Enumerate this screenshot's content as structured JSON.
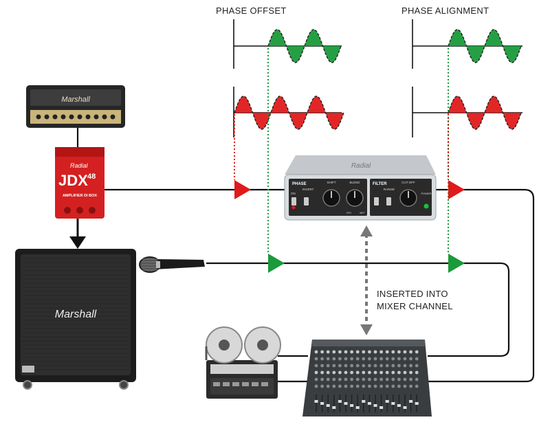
{
  "labels": {
    "phase_offset": "PHASE OFFSET",
    "phase_alignment": "PHASE ALIGNMENT",
    "inserted_line1": "INSERTED INTO",
    "inserted_line2": "MIXER CHANNEL"
  },
  "amp_head": {
    "brand": "Marshall"
  },
  "di_box": {
    "brand": "Radial",
    "model": "JDX",
    "model_number": "48",
    "caption": "AMPLIFIER DI BOX"
  },
  "phaser": {
    "brand": "Radial",
    "phase_section": "PHASE",
    "invert_label": "INVERT",
    "shift_label": "SHIFT",
    "blend_label": "BLEND",
    "filter_section": "FILTER",
    "range_label": "RANGE",
    "cutoff_label": "CUT-OFF",
    "power_label": "POWER",
    "on_label": "ON",
    "dry_label": "DRY",
    "wet_label": "WET"
  },
  "cabinet": {
    "brand": "Marshall"
  },
  "colors": {
    "green": "#1a9a3a",
    "red": "#e01a1a",
    "signal_line": "#111111",
    "di_red": "#d42020",
    "phaser_body": "#d9dcdf"
  }
}
